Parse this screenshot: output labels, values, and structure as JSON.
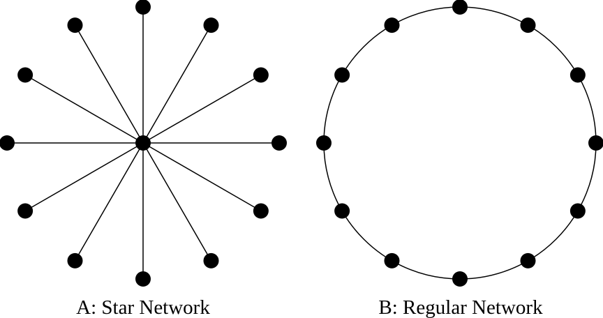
{
  "diagrams": [
    {
      "id": "star",
      "caption": "A: Star Network",
      "topology": "star",
      "outer_node_count": 12,
      "has_center_node": true
    },
    {
      "id": "regular",
      "caption": "B: Regular Network",
      "topology": "ring",
      "outer_node_count": 12,
      "has_center_node": false
    }
  ],
  "colors": {
    "node": "#000000",
    "edge": "#000000",
    "background": "#ffffff"
  }
}
